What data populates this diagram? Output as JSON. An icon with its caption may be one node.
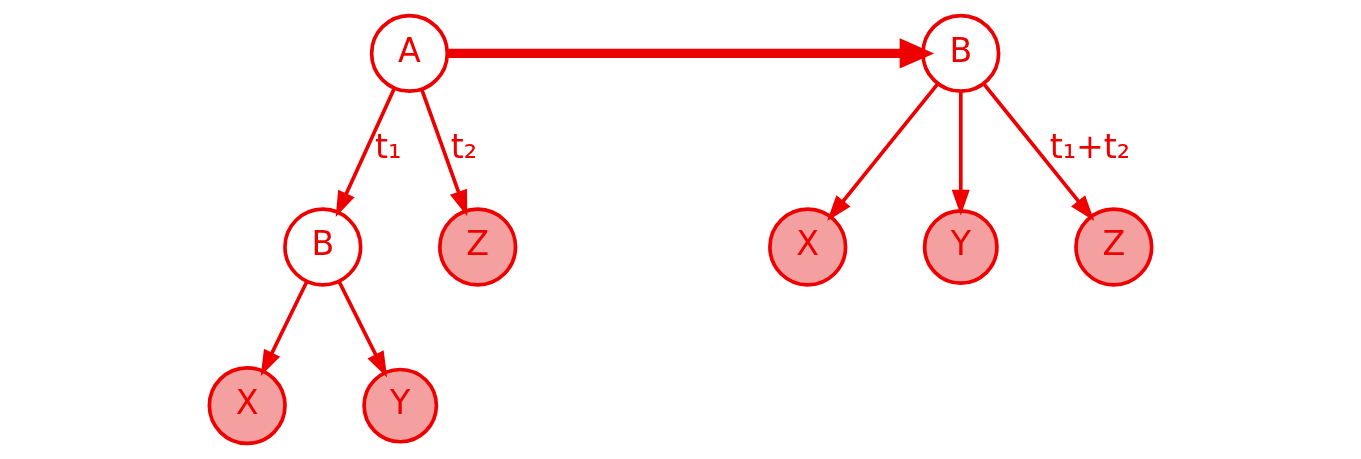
{
  "diagram": {
    "nodes": [
      {
        "text": [
          "A"
        ]
      },
      {
        "text": [
          "B"
        ]
      },
      {
        "text": [
          "Z"
        ]
      },
      {
        "text": [
          "X"
        ]
      },
      {
        "text": [
          "Y"
        ]
      },
      {
        "text": [
          "B"
        ]
      },
      {
        "text": [
          "X"
        ]
      },
      {
        "text": [
          "Y"
        ]
      },
      {
        "text": [
          "Z"
        ]
      }
    ],
    "edges": [
      {
        "from": 0,
        "to": 1,
        "arrow": "to",
        "label": "t₁"
      },
      {
        "from": 0,
        "to": 2,
        "arrow": "to",
        "label": "t₂"
      },
      {
        "from": 1,
        "to": 3,
        "arrow": "to"
      },
      {
        "from": 1,
        "to": 4,
        "arrow": "to"
      },
      {
        "from": 0,
        "to": 5,
        "arrow": "to",
        "style": "thick"
      },
      {
        "from": 5,
        "to": 6,
        "arrow": "to"
      },
      {
        "from": 5,
        "to": 7,
        "arrow": "to"
      },
      {
        "from": 5,
        "to": 8,
        "arrow": "to",
        "label": "t₁+t₂"
      }
    ]
  }
}
